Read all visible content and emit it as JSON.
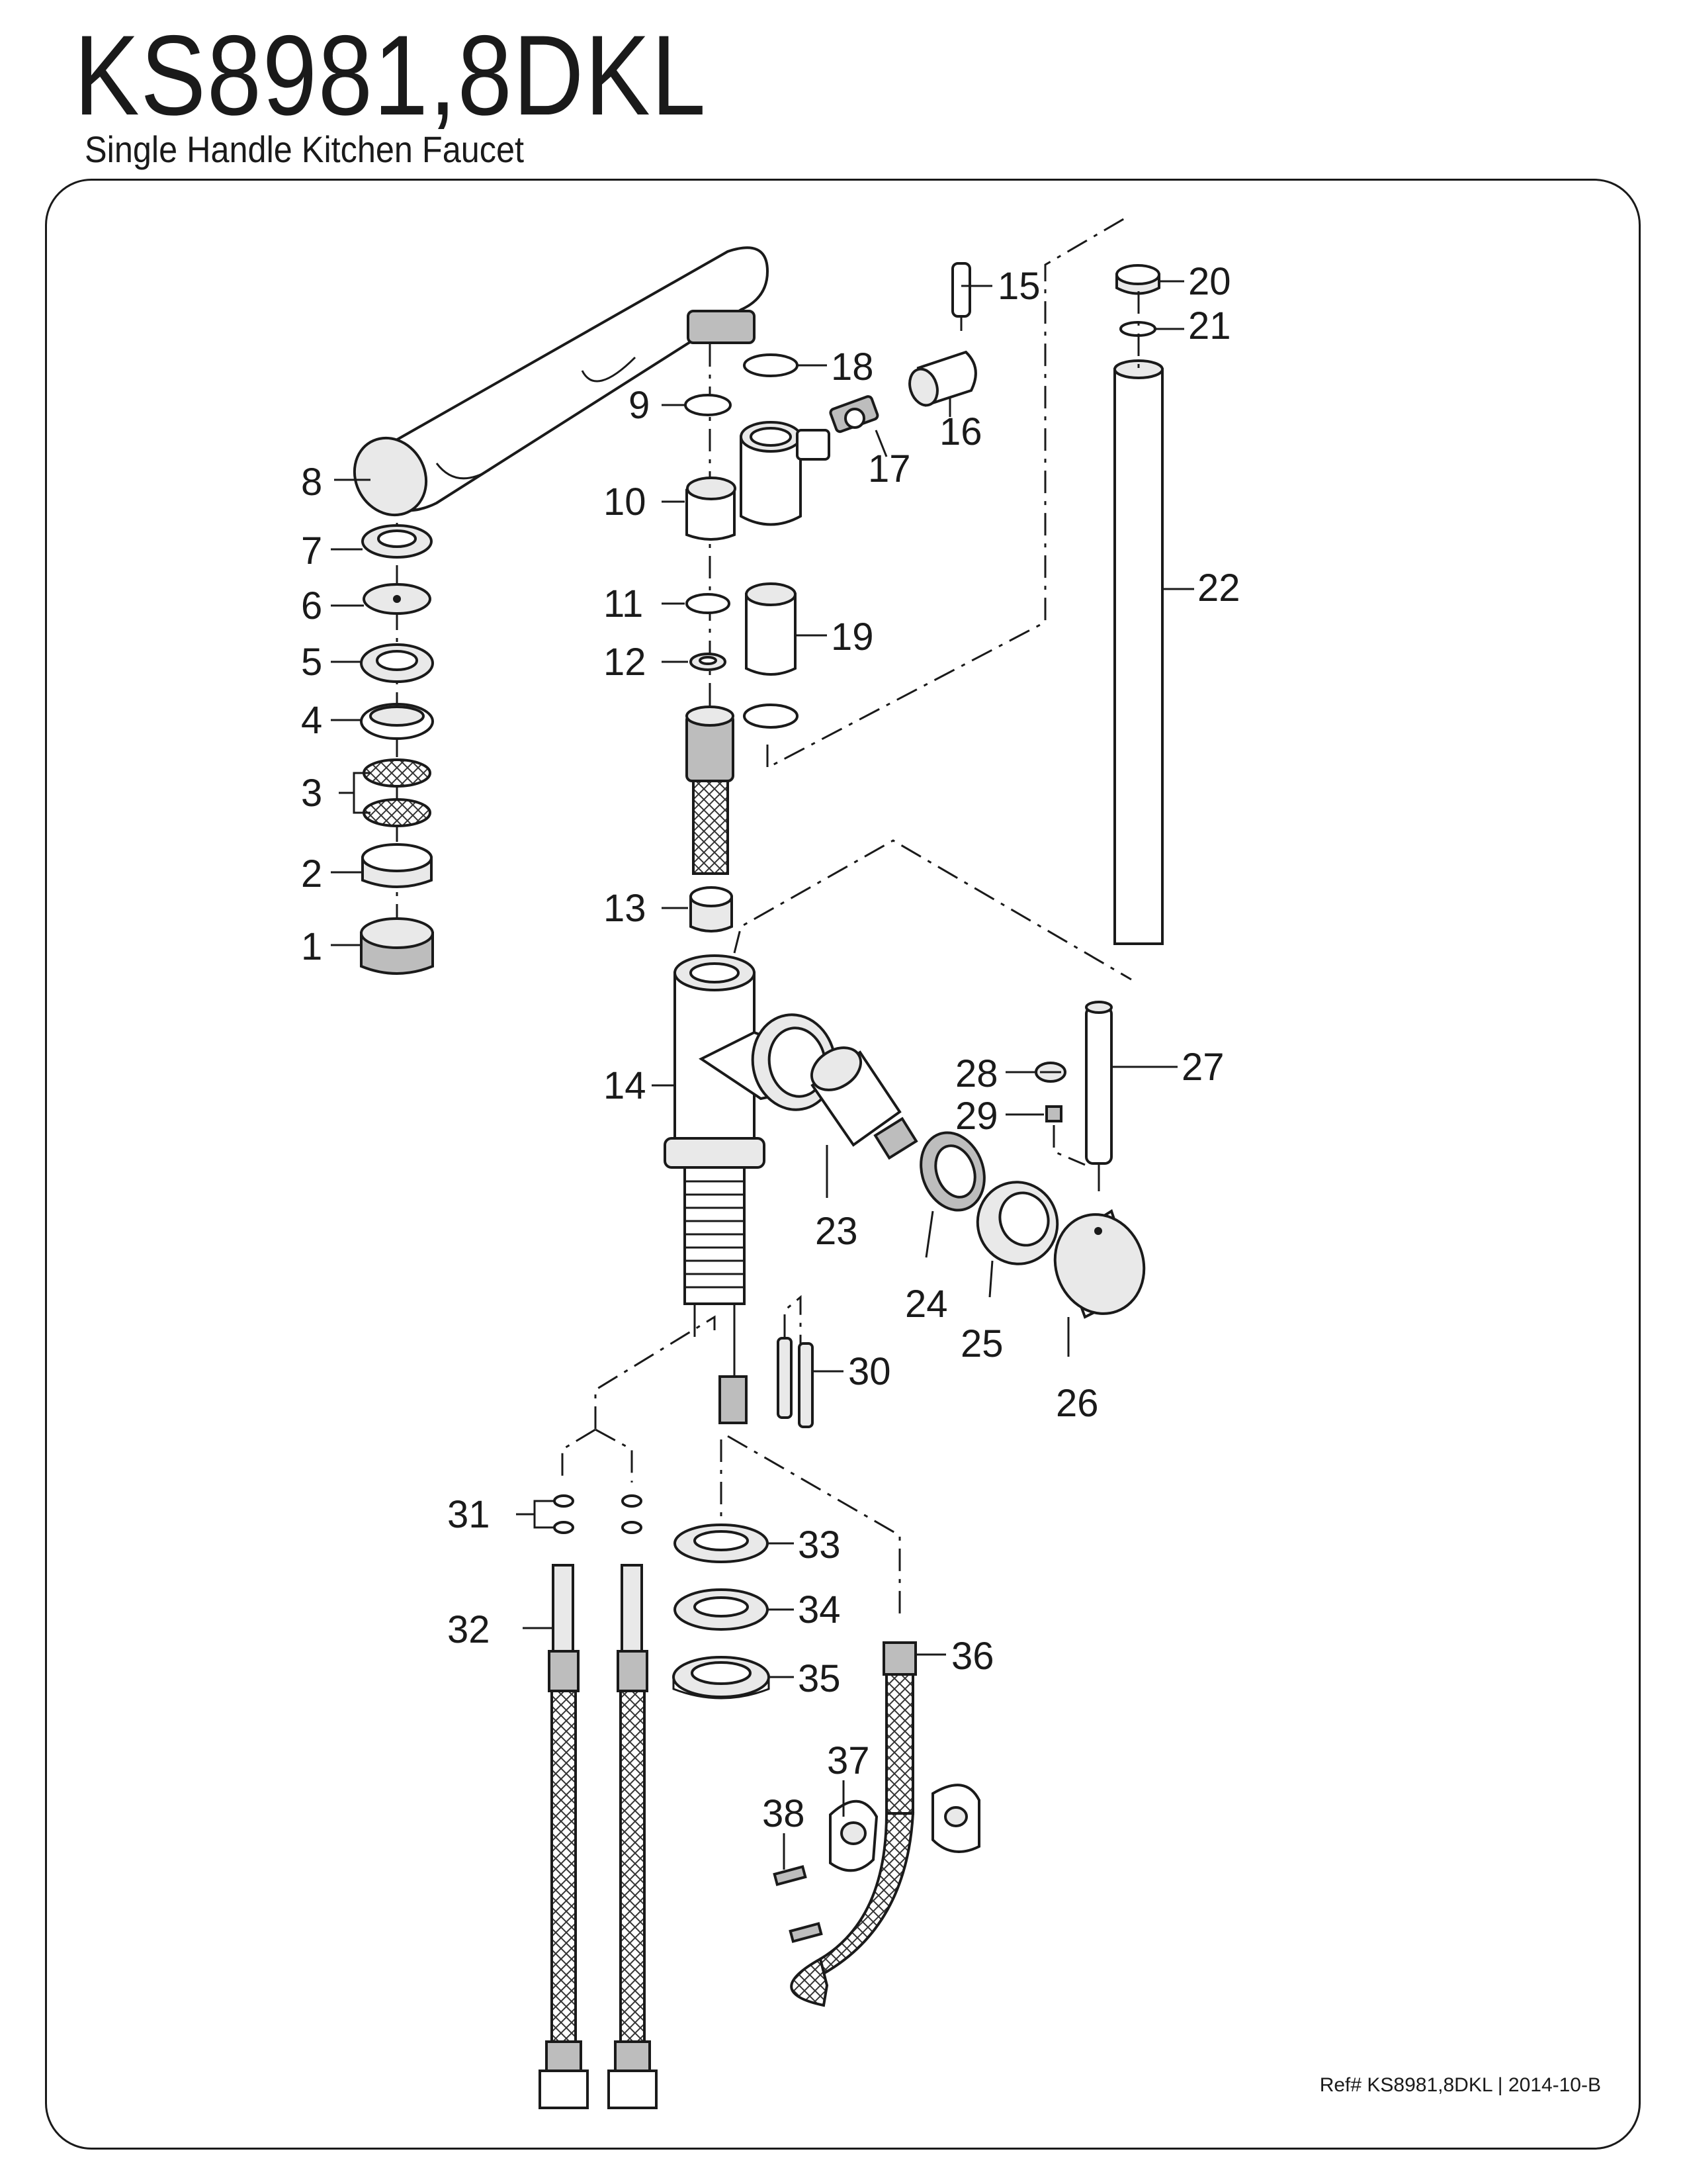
{
  "header": {
    "model": "KS8981,8DKL",
    "subtitle": "Single Handle Kitchen Faucet"
  },
  "footer": {
    "reference": "Ref# KS8981,8DKL | 2014-10-B"
  },
  "callouts": [
    "1",
    "2",
    "3",
    "4",
    "5",
    "6",
    "7",
    "8",
    "9",
    "10",
    "11",
    "12",
    "13",
    "14",
    "15",
    "16",
    "17",
    "18",
    "19",
    "20",
    "21",
    "22",
    "23",
    "24",
    "25",
    "26",
    "27",
    "28",
    "29",
    "30",
    "31",
    "32",
    "33",
    "34",
    "35",
    "36",
    "37",
    "38"
  ]
}
